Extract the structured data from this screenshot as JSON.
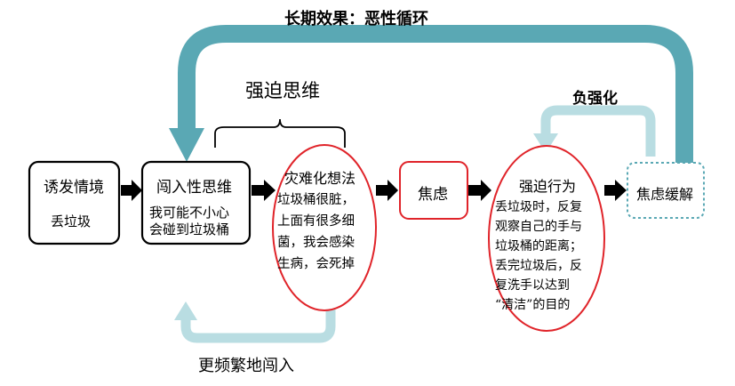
{
  "long_term_label": "长期效果：恶性循环",
  "compulsive_thinking_label": "强迫思维",
  "negative_reinforcement_label": "负强化",
  "frequent_intrusion_label": "更频繁地闯入",
  "nodes": {
    "trigger": {
      "title": "诱发情境",
      "body": "丢垃圾"
    },
    "intrusive": {
      "title": "闯入性思维",
      "body_lines": [
        "我可能不小心",
        "会碰到垃圾桶"
      ]
    },
    "catastrophic": {
      "title": "灾难化想法",
      "body_lines": [
        "垃圾桶很脏，",
        "上面有很多细",
        "菌，我会感染",
        "生病，会死掉"
      ]
    },
    "anxiety": {
      "title": "焦虑"
    },
    "compulsive": {
      "title": "强迫行为",
      "body_lines": [
        "丢垃圾时，反复",
        "观察自己的手与",
        "垃圾桶的距离；",
        "丢完垃圾后，反",
        "复洗手以达到",
        "“清洁”的目的"
      ]
    },
    "relief": {
      "title": "焦虑缓解"
    }
  },
  "colors": {
    "teal": "#5aa8b4",
    "light_teal": "#b9dde2",
    "red": "#e0242a",
    "black": "#000000"
  }
}
